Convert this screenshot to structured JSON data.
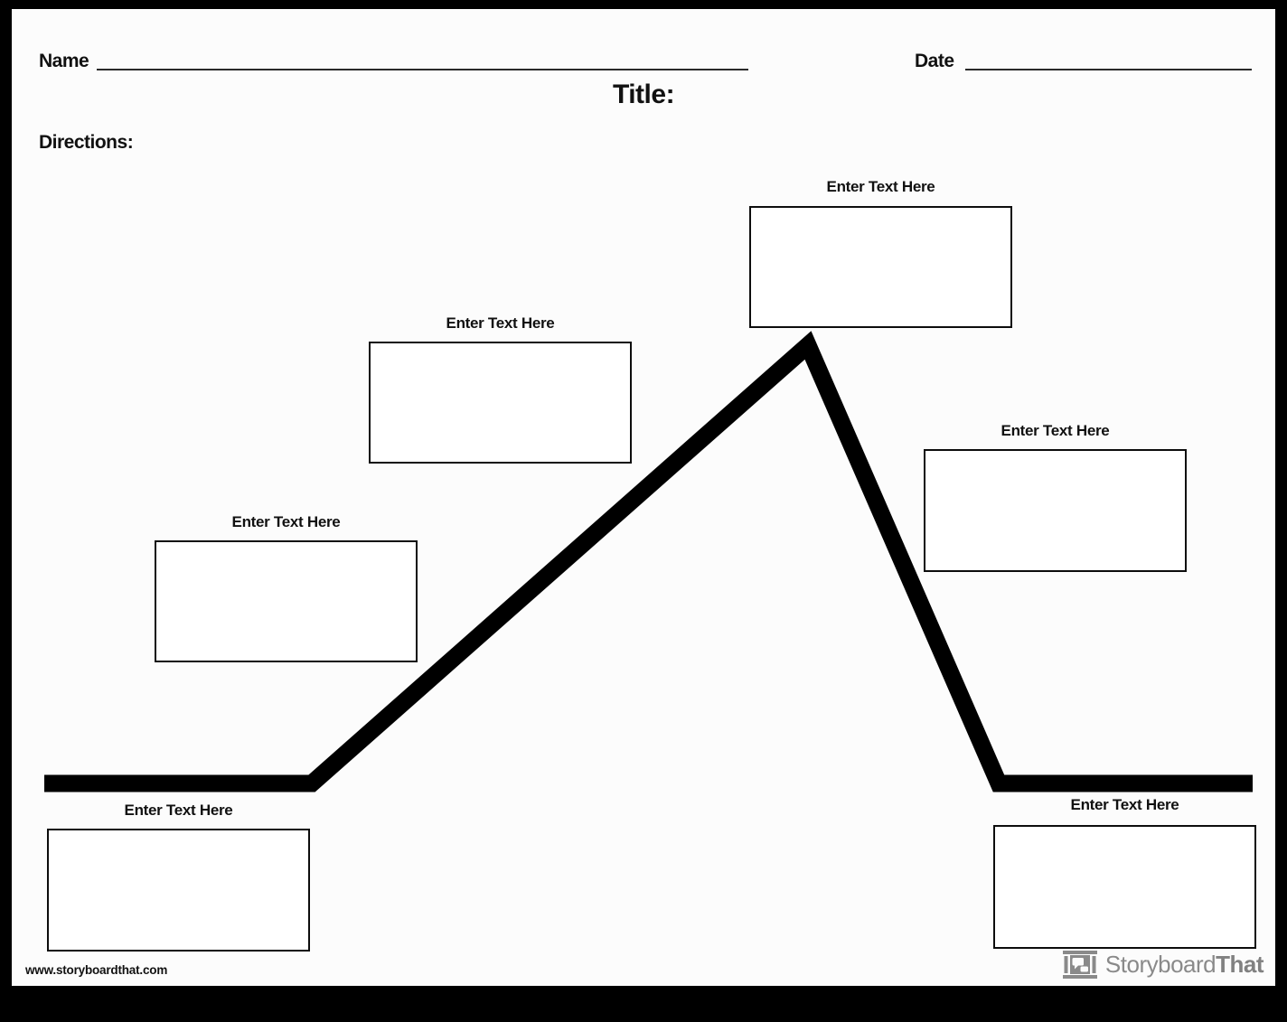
{
  "header": {
    "name_label": "Name",
    "date_label": "Date",
    "title_label": "Title:",
    "directions_label": "Directions:"
  },
  "plot_diagram": {
    "type": "plot-mountain-line",
    "line_color": "#000000",
    "boxes": [
      {
        "id": "exposition",
        "position": "bottom-left",
        "label": "Enter Text Here"
      },
      {
        "id": "rising-action-1",
        "position": "left",
        "label": "Enter Text Here"
      },
      {
        "id": "rising-action-2",
        "position": "middle-left",
        "label": "Enter Text Here"
      },
      {
        "id": "climax",
        "position": "top",
        "label": "Enter Text Here"
      },
      {
        "id": "falling-action",
        "position": "right",
        "label": "Enter Text Here"
      },
      {
        "id": "resolution",
        "position": "bottom-right",
        "label": "Enter Text Here"
      }
    ]
  },
  "footer": {
    "website_url": "www.storyboardthat.com",
    "logo_text_regular": "Storyboard",
    "logo_text_bold": "That",
    "logo_color": "#8a8a8a"
  },
  "colors": {
    "frame": "#000000",
    "page_background": "#fcfcfc",
    "text": "#111111",
    "box_border": "#0d0d0d"
  }
}
